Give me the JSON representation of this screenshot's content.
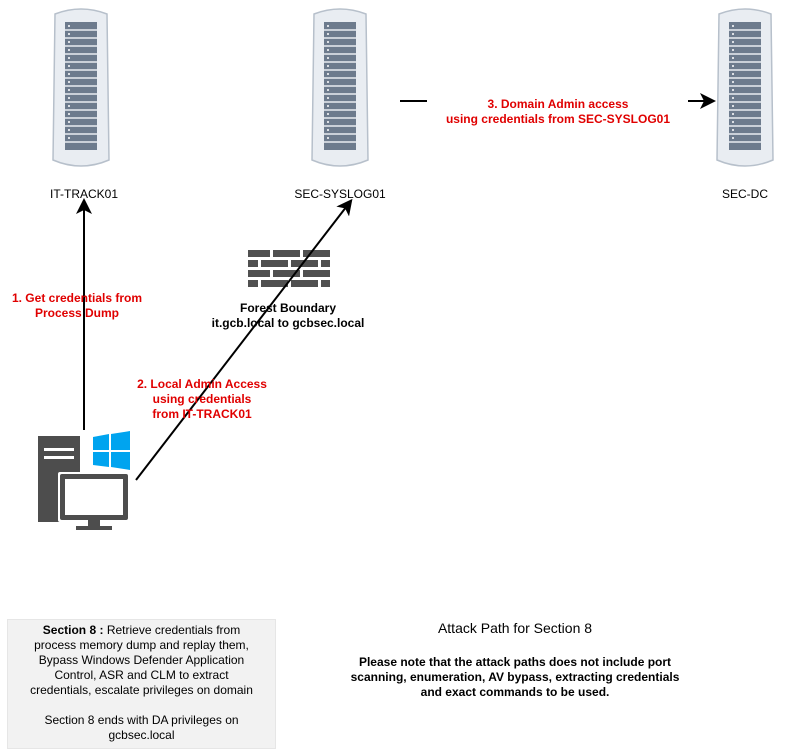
{
  "nodes": {
    "it_track01": "IT-TRACK01",
    "sec_syslog01": "SEC-SYSLOG01",
    "sec_dc": "SEC-DC"
  },
  "steps": {
    "step1": [
      "1. Get credentials from",
      "Process Dump"
    ],
    "step2": [
      "2. Local Admin Access",
      "using credentials",
      "from IT-TRACK01"
    ],
    "step3": [
      "3. Domain Admin access",
      "using credentials from SEC-SYSLOG01"
    ]
  },
  "firewall": {
    "title": "Forest Boundary",
    "subtitle": "it.gcb.local to gcbsec.local"
  },
  "section_box": {
    "heading": "Section 8 :",
    "body_lines": [
      " Retrieve credentials from",
      "process memory dump and replay them,",
      "Bypass Windows Defender Application",
      "Control, ASR and CLM to extract",
      "credentials, escalate privileges on domain"
    ],
    "footer_lines": [
      "Section 8 ends with DA privileges on",
      "gcbsec.local"
    ]
  },
  "attack_title": "Attack Path for Section 8",
  "attack_note": [
    "Please note that the attack paths does not include port",
    "scanning, enumeration, AV bypass, extracting credentials",
    "and exact commands to be used."
  ],
  "colors": {
    "step_text": "#e00000",
    "server_dark": "#6d7b8d",
    "server_light": "#e9edf2",
    "pc_dark": "#4d4d4d",
    "windows_logo": "#00a4ef",
    "firewall": "#505050"
  }
}
